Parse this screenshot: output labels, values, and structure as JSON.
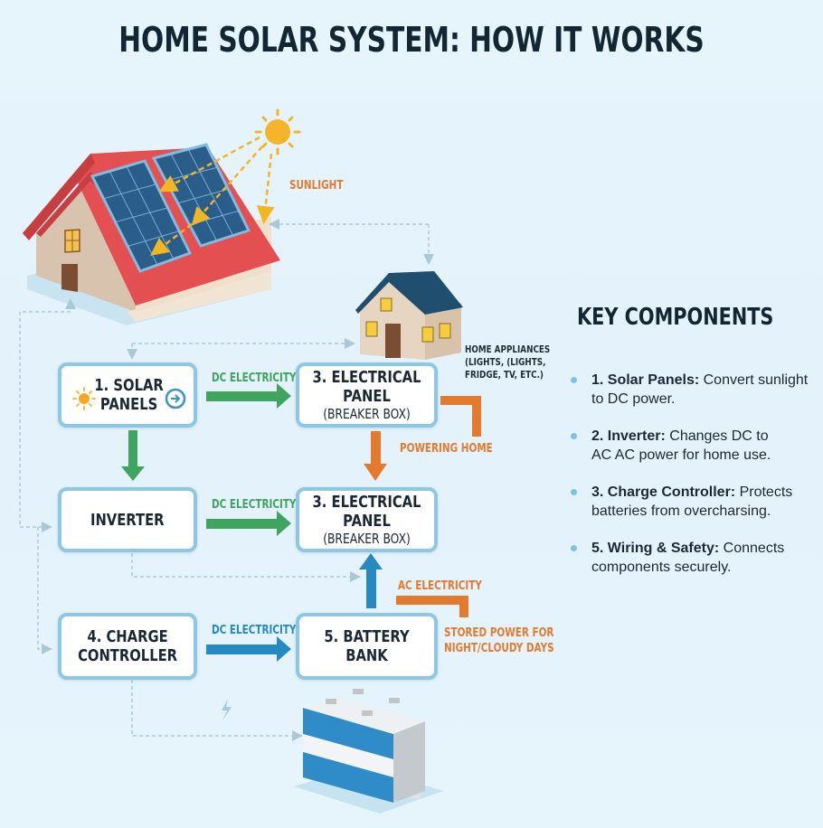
{
  "title": "HOME SOLAR SYSTEM: HOW IT WORKS",
  "illustrations": {
    "sun": "sun-icon",
    "main_house": "house-with-solar-panels",
    "small_house": "home-icon",
    "battery_stack": "battery-bank-illustration",
    "lightning": "lightning-icon"
  },
  "labels": {
    "sunlight": "SUNLIGHT",
    "home_appliances": [
      "HOME APPLIANCES",
      "(LIGHTS, (LIGHTS,",
      "FRIDGE, TV, ETC.)"
    ],
    "powering_home": "POWERING HOME",
    "ac_electricity": "AC ELECTRICITY",
    "stored_power": [
      "STORED POWER FOR",
      "NIGHT/CLOUDY DAYS"
    ]
  },
  "boxes": {
    "solar_panels": {
      "line1": "1. SOLAR",
      "line2": "PANELS",
      "icon": "sun-icon",
      "action_icon": "arrow-right-circle-icon"
    },
    "electrical_panel_top": {
      "line1": "3. ELECTRICAL PANEL",
      "line2": "(BREAKER BOX)"
    },
    "inverter": {
      "line1": "INVERTER"
    },
    "electrical_panel_mid": {
      "line1": "3. ELECTRICAL PANEL",
      "line2": "(BREAKER BOX)"
    },
    "charge_controller": {
      "line1": "4. CHARGE",
      "line2": "CONTROLLER"
    },
    "battery_bank": {
      "line1": "5. BATTERY BANK"
    }
  },
  "arrows": {
    "solar_to_panel": "DC ELECTRICITY",
    "inverter_to_panel": "DC ELECTRICITY",
    "controller_to_battery": "DC ELECTRICITY"
  },
  "colors": {
    "green_flow": "#3fa45e",
    "blue_flow": "#2789c2",
    "orange_flow": "#e47a2e",
    "box_border": "#8cc8e6",
    "dashed_connector": "#a9c9d6"
  },
  "key_components": {
    "title": "KEY COMPONENTS",
    "items": [
      {
        "bold": "1. Solar Panels:",
        "text": " Convert sunlight to DC power."
      },
      {
        "bold": "2. Inverter:",
        "text": " Changes DC to AC AC power for home use."
      },
      {
        "bold": "3. Charge Controller:",
        "text": " Protects batteries from overcharsing."
      },
      {
        "bold": "5. Wiring & Safety:",
        "text": " Connects components securely."
      }
    ]
  }
}
